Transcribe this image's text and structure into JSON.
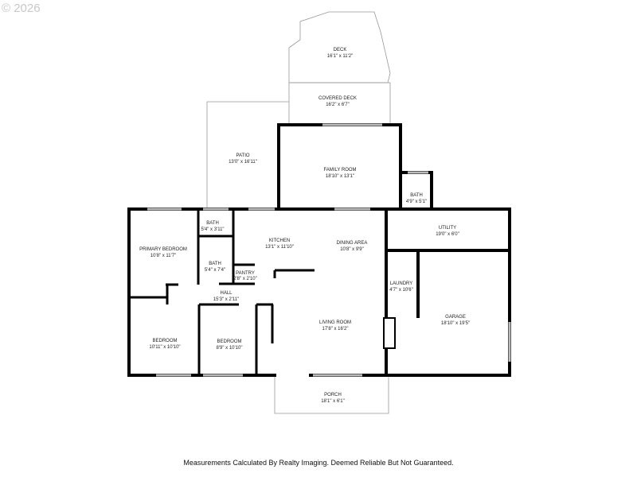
{
  "watermark": "© 2026",
  "footer": "Measurements Calculated By Realty Imaging.  Deemed Reliable But Not Guaranteed.",
  "rooms": [
    {
      "name": "DECK",
      "size": "16'1\" x 11'2\""
    },
    {
      "name": "COVERED DECK",
      "size": "16'2\" x 6'7\""
    },
    {
      "name": "PATIO",
      "size": "13'0\" x 16'11\""
    },
    {
      "name": "FAMILY ROOM",
      "size": "18'10\" x 13'1\""
    },
    {
      "name": "BATH",
      "size": "4'9\" x 5'1\""
    },
    {
      "name": "BATH",
      "size": "5'4\" x 3'11\""
    },
    {
      "name": "PRIMARY BEDROOM",
      "size": "10'8\" x 11'7\""
    },
    {
      "name": "KITCHEN",
      "size": "13'1\" x 11'10\""
    },
    {
      "name": "DINING AREA",
      "size": "10'8\" x 9'9\""
    },
    {
      "name": "UTILITY",
      "size": "19'0\" x 6'0\""
    },
    {
      "name": "BATH",
      "size": "5'4\" x 7'4\""
    },
    {
      "name": "PANTRY",
      "size": "2'8\" x 2'10\""
    },
    {
      "name": "HALL",
      "size": "15'3\" x 2'11\""
    },
    {
      "name": "LAUNDRY",
      "size": "4'7\" x 10'6\""
    },
    {
      "name": "LIVING ROOM",
      "size": "17'8\" x 16'2\""
    },
    {
      "name": "GARAGE",
      "size": "18'10\" x 19'5\""
    },
    {
      "name": "BEDROOM",
      "size": "10'11\" x 10'10\""
    },
    {
      "name": "BEDROOM",
      "size": "8'9\" x 10'10\""
    },
    {
      "name": "PORCH",
      "size": "18'1\" x 6'1\""
    }
  ]
}
